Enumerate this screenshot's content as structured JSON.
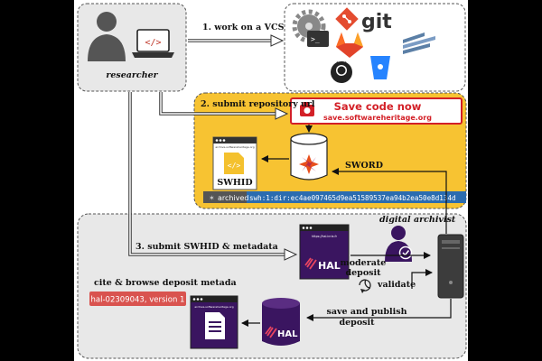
{
  "researcher": {
    "label": "researcher"
  },
  "vcs": {
    "git_text": "git"
  },
  "steps": {
    "step1": "1. work on a VCS",
    "step2": "2. submit repository url",
    "step3": "3. submit SWHID & metadata"
  },
  "save_code": {
    "title": "Save code now",
    "url": "save.softwareheritage.org"
  },
  "swh_card": {
    "header": "archive.softwareheritage.org",
    "label": "SWHID"
  },
  "sword": "SWORD",
  "archived_badge": {
    "label": "archived",
    "swhid": "swh:1:dir:ec4ae097465d9ea51589537ea94b2ea50e8d134d"
  },
  "archivist": {
    "label": "digital archivist"
  },
  "hal_window": {
    "header": "https://hal.inria.fr",
    "logo_text": "HAL"
  },
  "moderate": [
    "moderate",
    "deposit"
  ],
  "validate": "validate",
  "save_publish": [
    "save and publish",
    "deposit"
  ],
  "cite": {
    "label": "cite & browse deposit metada",
    "badge": "hal-02309043, version 1"
  },
  "deposit_doc": {
    "header": "archive.softwareheritage.org"
  },
  "hal_db": {
    "logo_text": "HAL"
  },
  "colors": {
    "panel_yellow": "#f7c332",
    "save_red": "#d32027",
    "hal_purple": "#3a1560",
    "swhid_bg": "#2b6cb0",
    "cite_red": "#d9534f",
    "badge_dark": "#555555"
  }
}
